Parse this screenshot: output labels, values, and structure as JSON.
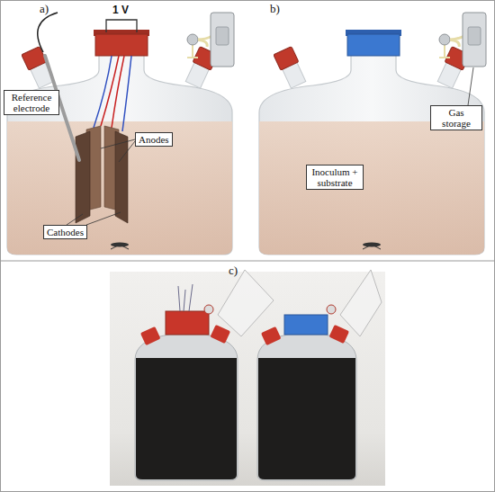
{
  "diagram": {
    "nodes": [
      {
        "text": [
          "Reference electrode"
        ]
      },
      {
        "text": [
          "Anodes"
        ]
      },
      {
        "text": [
          "Cathodes"
        ]
      },
      {
        "text": [
          "Gas storage"
        ]
      },
      {
        "text": [
          "Inoculum + substrate"
        ]
      }
    ],
    "labels": [
      "a)",
      "b)",
      "c)",
      "1 V"
    ]
  }
}
